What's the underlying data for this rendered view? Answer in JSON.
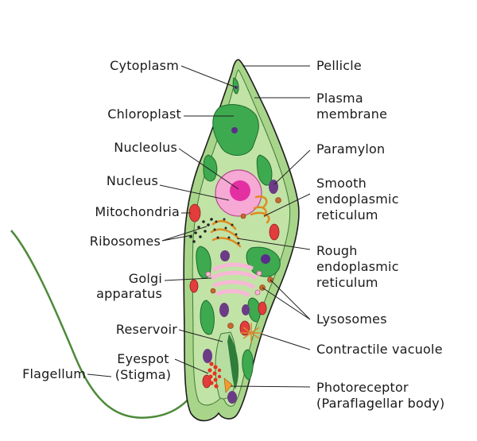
{
  "labels": {
    "cytoplasm": "Cytoplasm",
    "chloroplast": "Chloroplast",
    "nucleolus": "Nucleolus",
    "nucleus": "Nucleus",
    "mitochondria": "Mitochondria",
    "ribosomes": "Ribosomes",
    "golgi_1": "Golgi",
    "golgi_2": "apparatus",
    "reservoir": "Reservoir",
    "eyespot_1": "Eyespot",
    "eyespot_2": "(Stigma)",
    "flagellum": "Flagellum",
    "pellicle": "Pellicle",
    "plasma_1": "Plasma",
    "plasma_2": "membrane",
    "paramylon": "Paramylon",
    "ser_1": "Smooth",
    "ser_2": "endoplasmic",
    "ser_3": "reticulum",
    "rer_1": "Rough",
    "rer_2": "endoplasmic",
    "rer_3": "reticulum",
    "lysosomes": "Lysosomes",
    "contractile": "Contractile vacuole",
    "photo_1": "Photoreceptor",
    "photo_2": "(Paraflagellar body)"
  },
  "colors": {
    "pellicle_fill": "#a8d58a",
    "cytoplasm_fill": "#c2e3a6",
    "chloroplast": "#3daa4f",
    "chloroplast_dark": "#1e6b2e",
    "pyrenoid": "#5b2d8a",
    "nucleus": "#f7a9d6",
    "nucleolus": "#e42fa3",
    "mitochondria": "#e33c3c",
    "golgi": "#f7b8d6",
    "er": "#f5a23c",
    "lysosome": "#c8672e",
    "paramylon": "#6b3b86",
    "eyespot": "#e63322",
    "photoreceptor": "#f39a2c",
    "line": "#222222",
    "flagellum": "#4d8a3a"
  }
}
